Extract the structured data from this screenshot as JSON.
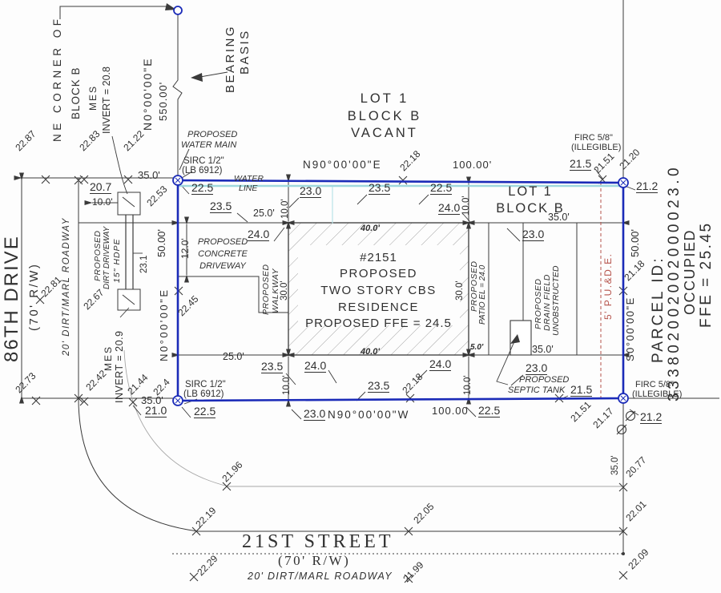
{
  "streets": {
    "west_name": "86TH DRIVE",
    "west_rw": "(70' R/W)",
    "west_surface": "20' DIRT/MARL ROADWAY",
    "south_name": "21ST STREET",
    "south_rw": "(70' R/W)",
    "south_surface": "20' DIRT/MARL ROADWAY"
  },
  "lots": {
    "vacant_1": "LOT 1",
    "vacant_2": "BLOCK B",
    "vacant_3": "VACANT",
    "subject_1": "LOT 1",
    "subject_2": "BLOCK B"
  },
  "building": {
    "l1": "#2151",
    "l2": "PROPOSED",
    "l3": "TWO STORY CBS",
    "l4": "RESIDENCE",
    "l5": "PROPOSED FFE = 24.5"
  },
  "bearings": {
    "north": "N90°00'00\"E",
    "south": "N90°00'00\"W",
    "east": "S0°00'00\"E",
    "west": "N0°00'00\"E",
    "basis": "N0°00'00\"E",
    "basis_dist": "550.00'",
    "basis_1": "BEARING",
    "basis_2": "BASIS"
  },
  "dist": {
    "north": "100.00'",
    "south": "100.00",
    "side": "50.00'"
  },
  "corner_note": {
    "l1": "NE CORNER OF",
    "l2": "BLOCK B",
    "l3": "MES",
    "l4": "INVERT = 20.8"
  },
  "mes_note": {
    "l1": "MES",
    "l2": "INVERT = 20.9"
  },
  "monu": {
    "sirc_1": "SIRC 1/2\"",
    "sirc_2": "(LB 6912)",
    "firc_1": "FIRC 5/8\"",
    "firc_2": "(ILLEGIBLE)"
  },
  "features": {
    "water_main_1": "PROPOSED",
    "water_main_2": "WATER MAIN",
    "water_line_1": "WATER",
    "water_line_2": "LINE",
    "conc_1": "PROPOSED",
    "conc_2": "CONCRETE",
    "conc_3": "DRIVEWAY",
    "dirt_1": "PROPOSED",
    "dirt_2": "DIRT DRIVEWAY",
    "hdpe": "15\" HDPE",
    "culvert_el": "23.1",
    "walk_1": "PROPOSED",
    "walk_2": "WALKWAY",
    "patio_1": "PROPOSED",
    "patio_2": "PATIO EL = 24.0",
    "drain_1": "PROPOSED",
    "drain_2": "DRAIN FIELD",
    "drain_3": "UNOBSTRUCTED",
    "septic_1": "PROPOSED",
    "septic_2": "SEPTIC TANK",
    "pude": "5' P.U.&D.E."
  },
  "parcel": {
    "l1": "PARCEL ID:",
    "l2": "333802002002000023.0",
    "l3": "OCCUPIED",
    "l4": "FFE = 25.45"
  },
  "dims": {
    "d35": "35.0'",
    "d25": "25.0'",
    "d40": "40.0'",
    "d30": "30.0'",
    "d10": "10.0'",
    "d12": "12.0'",
    "d5": "5.0'",
    "d50": "50.00'"
  },
  "spot": {
    "e207": "20.7",
    "e210": "21.0",
    "e212": "21.2",
    "e215": "21.5",
    "e225": "22.5",
    "e230": "23.0",
    "e235": "23.5",
    "e240": "24.0"
  },
  "grade": {
    "g2287": "22.87",
    "g2283": "22.83",
    "g2122": "21.22",
    "g2253": "22.53",
    "g2218": "22.18",
    "g2151": "21.51",
    "g2120": "21.20",
    "g2118": "21.18",
    "g2245": "22.45",
    "g224": "22.4",
    "g2144": "21.44",
    "g2242": "22.42",
    "g2281": "22.81",
    "g2273": "22.73",
    "g2267": "22.67",
    "g2196": "21.96",
    "g2219": "22.19",
    "g2205": "22.05",
    "g2229": "22.29",
    "g2199": "21.99",
    "g2077": "20.77",
    "g2201": "22.01",
    "g2209": "22.09",
    "g2117": "21.17"
  }
}
